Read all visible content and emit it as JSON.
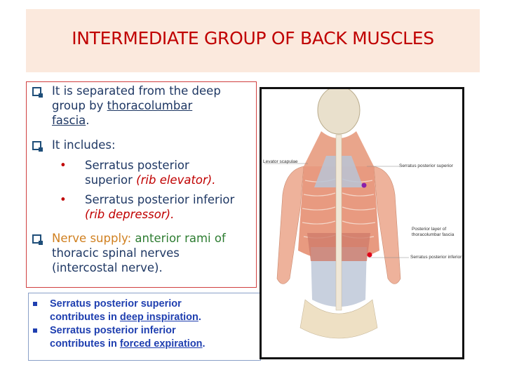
{
  "title": "INTERMEDIATE GROUP OF BACK MUSCLES",
  "main": {
    "b1_l1": "It is separated from the deep",
    "b1_l2_pre": "group by ",
    "b1_l2_link": "thoracolumbar",
    "b1_l3_link": "fascia",
    "b1_l3_post": ".",
    "b2": "It includes:",
    "s1_bullet": "•",
    "s1_l1": "Serratus posterior",
    "s1_l2a": "superior ",
    "s1_l2b": "(rib elevator).",
    "s2_bullet": "•",
    "s2_l1": "Serratus posterior inferior",
    "s2_l2": "(rib depressor).",
    "b3_label": "Nerve supply:",
    "b3_l1": "anterior rami of",
    "b3_l2": "thoracic spinal nerves",
    "b3_l3": "(intercostal nerve)."
  },
  "note": {
    "n1_l1": "Serratus posterior superior",
    "n1_l2_pre": "contributes in ",
    "n1_l2_link": "deep inspiration",
    "n1_l2_post": ".",
    "n2_l1": "Serratus posterior inferior",
    "n2_l2_pre": "contributes in ",
    "n2_l2_link": "forced expiration",
    "n2_l2_post": "."
  },
  "figure": {
    "label_left": "Levator scapulae",
    "label_sps": "Serratus posterior superior",
    "label_fascia_1": "Posterior layer of",
    "label_fascia_2": "thoracolumbar fascia",
    "label_spi": "Serratus posterior inferior",
    "dot_colors": [
      "#8b1fa9",
      "#e0001a"
    ]
  },
  "colors": {
    "title": "#c00000",
    "title_band": "#fbe9dd",
    "navy": "#1f3864",
    "red": "#c00000",
    "orange": "#d08020",
    "note_blue": "#1f3fb0"
  }
}
